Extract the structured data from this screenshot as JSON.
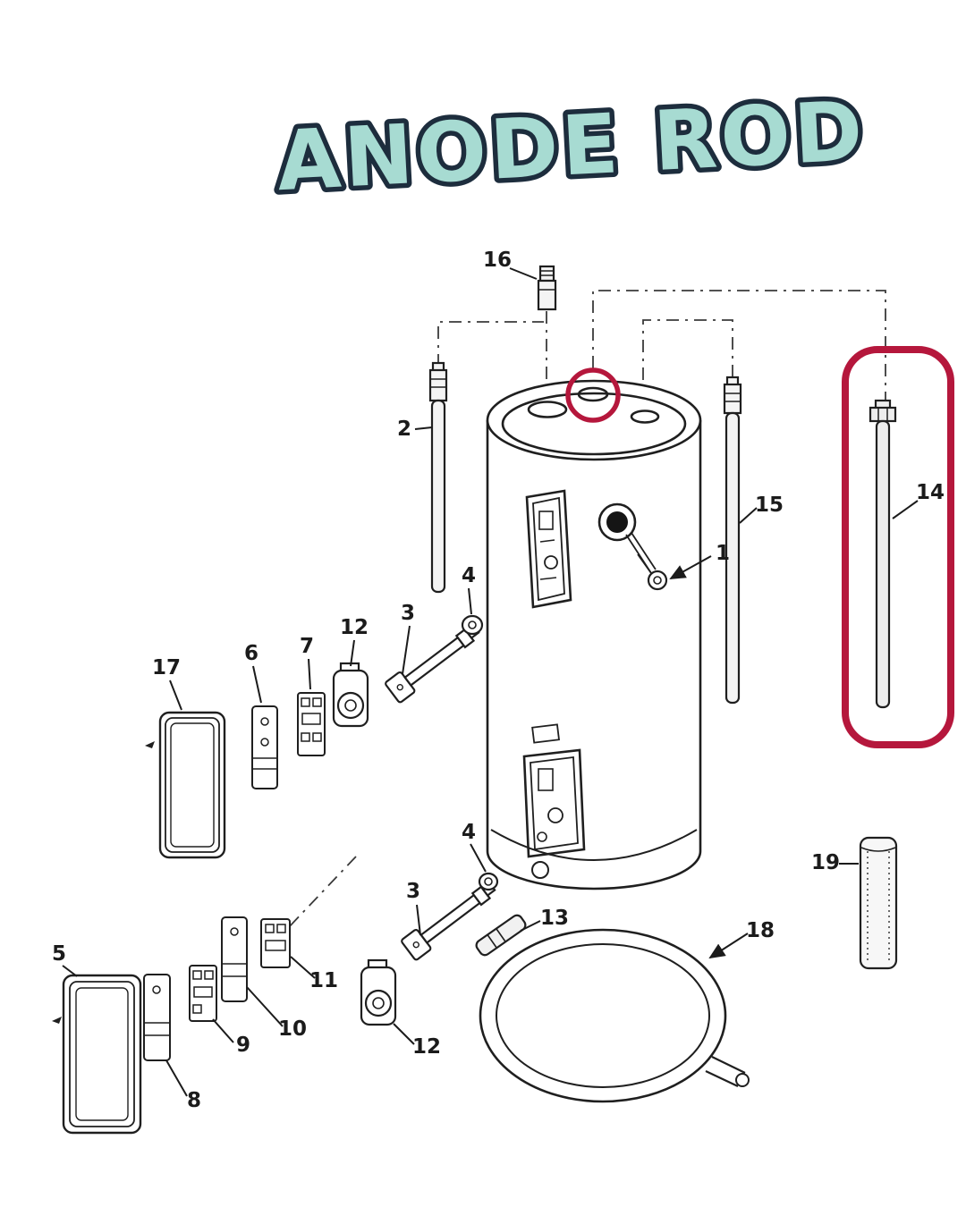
{
  "title": {
    "text": "ANODE ROD",
    "fill": "#a7dbd2",
    "outline": "#1d2d3d"
  },
  "highlight": {
    "color": "#b5173c",
    "box_part": "14",
    "circled_feature": "tank-top-center-port"
  },
  "parts": [
    {
      "num": "1"
    },
    {
      "num": "2"
    },
    {
      "num": "3"
    },
    {
      "num": "4"
    },
    {
      "num": "5"
    },
    {
      "num": "6"
    },
    {
      "num": "7"
    },
    {
      "num": "8"
    },
    {
      "num": "9"
    },
    {
      "num": "10"
    },
    {
      "num": "11"
    },
    {
      "num": "12"
    },
    {
      "num": "13"
    },
    {
      "num": "14"
    },
    {
      "num": "15"
    },
    {
      "num": "16"
    },
    {
      "num": "17"
    },
    {
      "num": "18"
    },
    {
      "num": "19"
    }
  ]
}
